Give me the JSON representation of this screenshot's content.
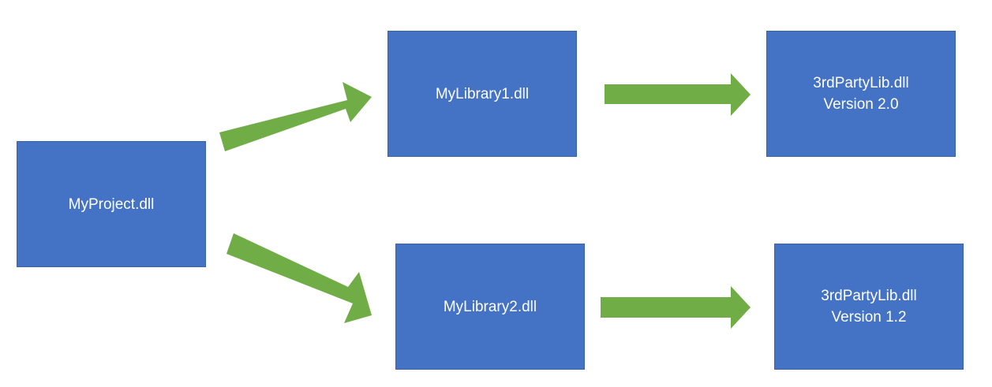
{
  "colors": {
    "box_fill": "#4472c4",
    "box_text": "#ffffff",
    "arrow_fill": "#70ad47"
  },
  "nodes": {
    "myproject": {
      "line1": "MyProject.dll",
      "line2": ""
    },
    "mylibrary1": {
      "line1": "MyLibrary1.dll",
      "line2": ""
    },
    "thirdparty_v2": {
      "line1": "3rdPartyLib.dll",
      "line2": "Version 2.0"
    },
    "mylibrary2": {
      "line1": "MyLibrary2.dll",
      "line2": ""
    },
    "thirdparty_v12": {
      "line1": "3rdPartyLib.dll",
      "line2": "Version 1.2"
    }
  },
  "edges": [
    {
      "from": "myproject",
      "to": "mylibrary1"
    },
    {
      "from": "myproject",
      "to": "mylibrary2"
    },
    {
      "from": "mylibrary1",
      "to": "thirdparty_v2"
    },
    {
      "from": "mylibrary2",
      "to": "thirdparty_v12"
    }
  ]
}
